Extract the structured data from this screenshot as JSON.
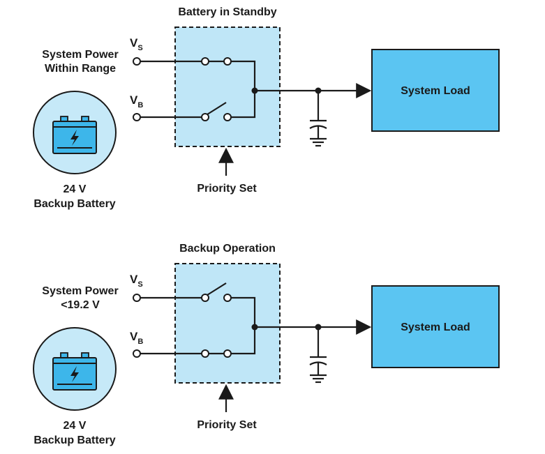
{
  "colors": {
    "panel_fill": "#bfe6f7",
    "load_fill": "#5bc5f2",
    "battery_circle": "#c6e9f8",
    "battery_body": "#3db6ea",
    "stroke": "#1a1a1a"
  },
  "panels": [
    {
      "title": "Battery in Standby",
      "vs_main": "V",
      "vs_sub": "S",
      "vb_main": "V",
      "vb_sub": "B",
      "source_line1": "System Power",
      "source_line2": "Within Range",
      "closed_switch": "vs",
      "battery_line1": "24 V",
      "battery_line2": "Backup Battery",
      "priority_label": "Priority Set",
      "load_label": "System Load"
    },
    {
      "title": "Backup Operation",
      "vs_main": "V",
      "vs_sub": "S",
      "vb_main": "V",
      "vb_sub": "B",
      "source_line1": "System Power",
      "source_line2": "<19.2 V",
      "closed_switch": "vb",
      "battery_line1": "24 V",
      "battery_line2": "Backup Battery",
      "priority_label": "Priority Set",
      "load_label": "System Load"
    }
  ]
}
